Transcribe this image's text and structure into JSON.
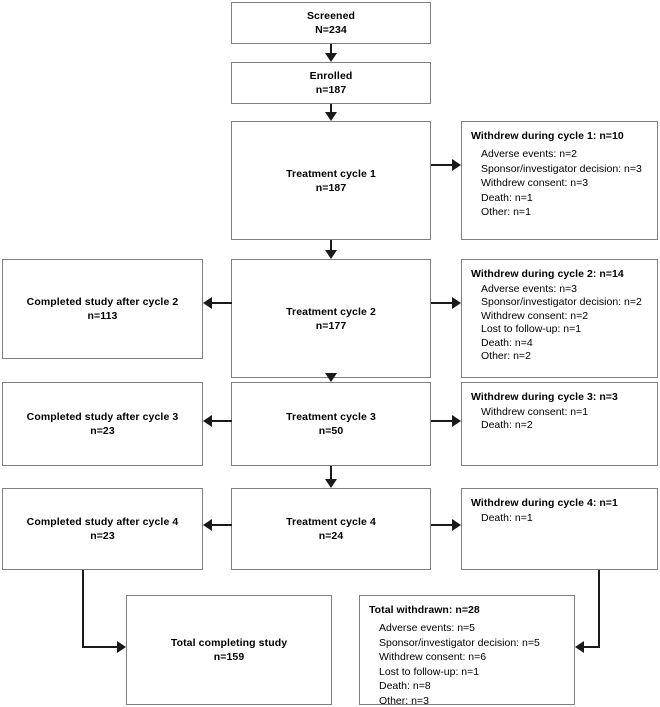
{
  "diagram": {
    "title": "CONSORT-style participant flow diagram",
    "nodes": {
      "screened": {
        "label": "Screened",
        "count": "N=234"
      },
      "enrolled": {
        "label": "Enrolled",
        "count": "n=187"
      },
      "cycle1": {
        "label": "Treatment cycle 1",
        "count": "n=187"
      },
      "cycle2": {
        "label": "Treatment cycle 2",
        "count": "n=177"
      },
      "cycle3": {
        "label": "Treatment cycle 3",
        "count": "n=50"
      },
      "cycle4": {
        "label": "Treatment cycle 4",
        "count": "n=24"
      },
      "completed2": {
        "label": "Completed study after cycle 2",
        "count": "n=113"
      },
      "completed3": {
        "label": "Completed study after cycle 3",
        "count": "n=23"
      },
      "completed4": {
        "label": "Completed study after cycle 4",
        "count": "n=23"
      },
      "total_completing": {
        "label": "Total completing study",
        "count": "n=159"
      }
    },
    "withdrawals": {
      "cycle1": {
        "header": "Withdrew during cycle 1: n=10",
        "reasons": [
          "Adverse events: n=2",
          "Sponsor/investigator decision: n=3",
          "Withdrew consent: n=3",
          "Death: n=1",
          "Other: n=1"
        ]
      },
      "cycle2": {
        "header": "Withdrew during cycle 2: n=14",
        "reasons": [
          "Adverse events: n=3",
          "Sponsor/investigator decision: n=2",
          "Withdrew consent: n=2",
          "Lost to follow-up: n=1",
          "Death: n=4",
          "Other: n=2"
        ]
      },
      "cycle3": {
        "header": "Withdrew during cycle 3: n=3",
        "reasons": [
          "Withdrew consent: n=1",
          "Death: n=2"
        ]
      },
      "cycle4": {
        "header": "Withdrew during cycle 4: n=1",
        "reasons": [
          "Death: n=1"
        ]
      },
      "total": {
        "header": "Total withdrawn: n=28",
        "reasons": [
          "Adverse events: n=5",
          "Sponsor/investigator decision: n=5",
          "Withdrew consent: n=6",
          "Lost to follow-up: n=1",
          "Death: n=8",
          "Other: n=3"
        ]
      }
    },
    "colors": {
      "box_border": "#808080",
      "connector": "#1a1a1a",
      "background": "#ffffff",
      "text": "#000000"
    }
  }
}
